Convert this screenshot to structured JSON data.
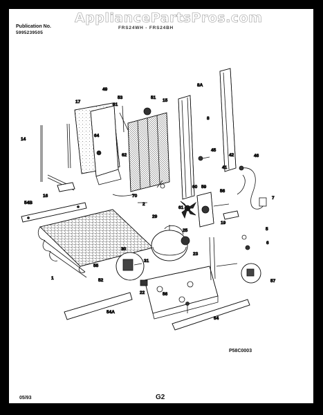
{
  "watermark": "AppliancePartsPros.com",
  "header": {
    "publication_label": "Publication No.",
    "publication_number": "5995239505",
    "model_text": "FRS24WH - FRS24BH"
  },
  "footer": {
    "drawing_code": "P58C0003",
    "date": "05/93",
    "page": "G2"
  },
  "callouts": [
    "49",
    "53",
    "51",
    "15",
    "17",
    "14",
    "61",
    "64",
    "62",
    "8A",
    "8",
    "45",
    "42",
    "41",
    "46",
    "16",
    "54B",
    "70",
    "2",
    "60",
    "56",
    "7",
    "59",
    "61",
    "19",
    "29",
    "25",
    "1",
    "30",
    "55",
    "31",
    "52",
    "23",
    "5",
    "6",
    "57",
    "22",
    "56",
    "54A",
    "54"
  ]
}
